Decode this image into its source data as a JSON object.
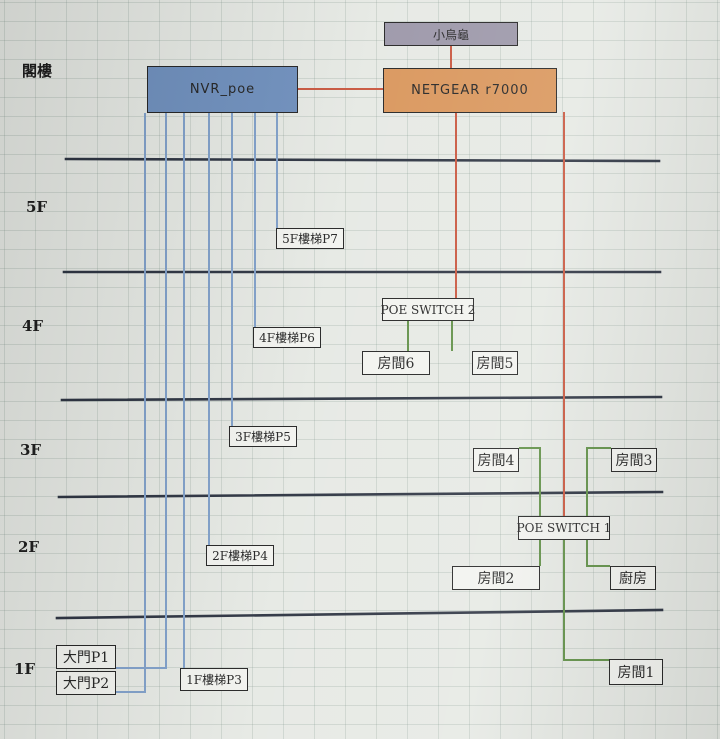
{
  "colors": {
    "floor_line": "#2b3240",
    "poe_link": "#7f9fc9",
    "lan_link": "#c8553d",
    "room_link": "#5f8f45",
    "nvr_fill": "#6e8fbd",
    "router_fill": "#d9955a",
    "top_fill": "#9b96a8"
  },
  "floors": {
    "attic": "閣樓",
    "f5": "5F",
    "f4": "4F",
    "f3": "3F",
    "f2": "2F",
    "f1": "1F"
  },
  "devices": {
    "top": "小烏龜",
    "router": "NETGEAR r7000",
    "nvr": "NVR_poe",
    "switch1": "POE SWITCH 1",
    "switch2": "POE SWITCH 2"
  },
  "cameras": {
    "p7": "5F樓梯P7",
    "p6": "4F樓梯P6",
    "p5": "3F樓梯P5",
    "p4": "2F樓梯P4",
    "p3": "1F樓梯P3",
    "p1": "大門P1",
    "p2": "大門P2"
  },
  "rooms": {
    "r6": "房間6",
    "r5": "房間5",
    "r4": "房間4",
    "r3": "房間3",
    "r2": "房間2",
    "kitchen": "廚房",
    "r1": "房間1"
  }
}
